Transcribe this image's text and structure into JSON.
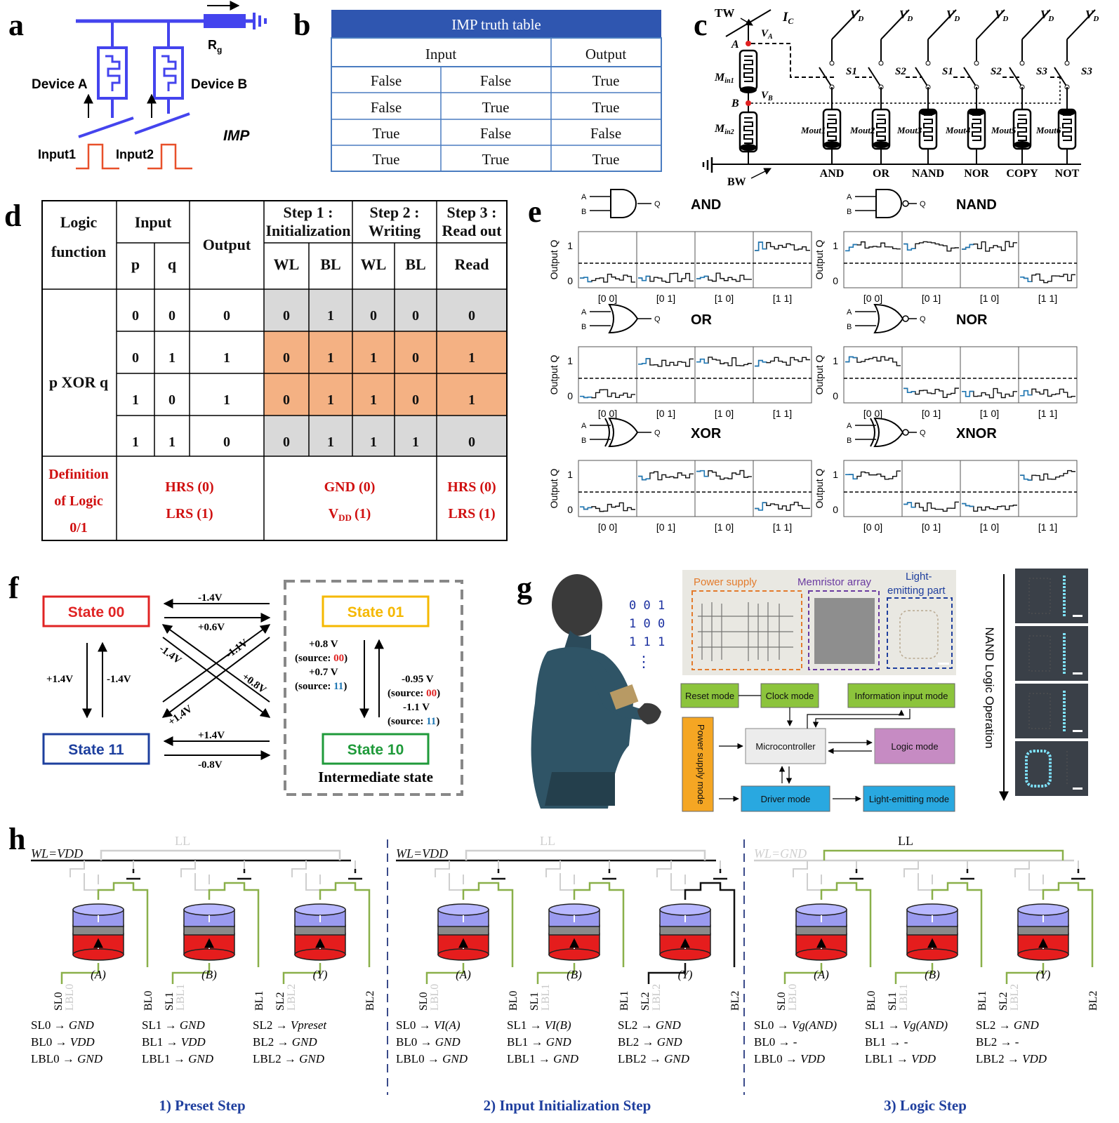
{
  "panel_letters": [
    "a",
    "b",
    "c",
    "d",
    "e",
    "f",
    "g",
    "h"
  ],
  "panel_a": {
    "device_a": "Device A",
    "device_b": "Device B",
    "rg_main": "R",
    "rg_sub": "g",
    "imp": "IMP",
    "input1": "Input1",
    "input2": "Input2"
  },
  "panel_b": {
    "title": "IMP truth table",
    "header_input": "Input",
    "header_output": "Output",
    "rows": [
      [
        "False",
        "False",
        "True"
      ],
      [
        "False",
        "True",
        "True"
      ],
      [
        "True",
        "False",
        "False"
      ],
      [
        "True",
        "True",
        "True"
      ]
    ]
  },
  "panel_c": {
    "tw": "TW",
    "ic": "I",
    "ic_sub": "C",
    "vd": "V",
    "vd_sub": "D",
    "a": "A",
    "b": "B",
    "va": "V",
    "va_sub": "A",
    "vb": "V",
    "vb_sub": "B",
    "min1": "M",
    "min1_sub": "in1",
    "min2": "M",
    "min2_sub": "in2",
    "switches": [
      "S1",
      "S2",
      "S1",
      "S2",
      "S3",
      "S3"
    ],
    "mouts": [
      "Mout1",
      "Mout2",
      "Mout3",
      "Mout4",
      "Mout5",
      "Mout6"
    ],
    "gates": [
      "AND",
      "OR",
      "NAND",
      "NOR",
      "COPY",
      "NOT"
    ],
    "bw": "BW"
  },
  "panel_d": {
    "h_logic": [
      "Logic",
      "function"
    ],
    "h_input": "Input",
    "h_p": "p",
    "h_q": "q",
    "h_output": "Output",
    "h_step1": [
      "Step 1 :",
      "Initialization"
    ],
    "h_step2": [
      "Step 2 :",
      "Writing"
    ],
    "h_step3": [
      "Step 3 :",
      "Read out"
    ],
    "h_wl": "WL",
    "h_bl": "BL",
    "h_read": "Read",
    "func": "p XOR q",
    "rows": [
      [
        "0",
        "0",
        "0",
        "0",
        "1",
        "0",
        "0",
        "0"
      ],
      [
        "0",
        "1",
        "1",
        "0",
        "1",
        "1",
        "0",
        "1"
      ],
      [
        "1",
        "0",
        "1",
        "0",
        "1",
        "1",
        "0",
        "1"
      ],
      [
        "1",
        "1",
        "0",
        "0",
        "1",
        "1",
        "1",
        "0"
      ]
    ],
    "row_colors": [
      "#d9d9d9",
      "#f4b183",
      "#f4b183",
      "#d9d9d9"
    ],
    "def_label": [
      "Definition",
      "of Logic",
      "0/1"
    ],
    "def_input": [
      "HRS (0)",
      "LRS (1)"
    ],
    "def_steps": [
      "GND (0)",
      "V",
      "DD",
      "(1)"
    ],
    "def_read": [
      "HRS (0)",
      "LRS (1)"
    ]
  },
  "panel_e": {
    "ylabel": "Output Q",
    "xticks": [
      "[0 0]",
      "[0 1]",
      "[1 0]",
      "[1 1]"
    ],
    "gate_inputs": [
      "A",
      "B"
    ],
    "gate_output": "Q"
  },
  "chart_data": [
    {
      "type": "line",
      "title": "AND",
      "ylabel": "Output Q",
      "categories": [
        "[0 0]",
        "[0 1]",
        "[1 0]",
        "[1 1]"
      ],
      "values": [
        0,
        0,
        0,
        1
      ],
      "yticks": [
        "0",
        "1"
      ],
      "threshold": 0.5
    },
    {
      "type": "line",
      "title": "NAND",
      "ylabel": "Output Q",
      "categories": [
        "[0 0]",
        "[0 1]",
        "[1 0]",
        "[1 1]"
      ],
      "values": [
        1,
        1,
        1,
        0
      ],
      "yticks": [
        "0",
        "1"
      ],
      "threshold": 0.5
    },
    {
      "type": "line",
      "title": "OR",
      "ylabel": "Output Q",
      "categories": [
        "[0 0]",
        "[0 1]",
        "[1 0]",
        "[1 1]"
      ],
      "values": [
        0,
        1,
        1,
        1
      ],
      "yticks": [
        "0",
        "1"
      ],
      "threshold": 0.5
    },
    {
      "type": "line",
      "title": "NOR",
      "ylabel": "Output Q",
      "categories": [
        "[0 0]",
        "[0 1]",
        "[1 0]",
        "[1 1]"
      ],
      "values": [
        1,
        0,
        0,
        0
      ],
      "yticks": [
        "0",
        "1"
      ],
      "threshold": 0.5
    },
    {
      "type": "line",
      "title": "XOR",
      "ylabel": "Output Q",
      "categories": [
        "[0 0]",
        "[0 1]",
        "[1 0]",
        "[1 1]"
      ],
      "values": [
        0,
        1,
        1,
        0
      ],
      "yticks": [
        "0",
        "1"
      ],
      "threshold": 0.5
    },
    {
      "type": "line",
      "title": "XNOR",
      "ylabel": "Output Q",
      "categories": [
        "[0 0]",
        "[0 1]",
        "[1 0]",
        "[1 1]"
      ],
      "values": [
        1,
        0,
        0,
        1
      ],
      "yticks": [
        "0",
        "1"
      ],
      "threshold": 0.5
    }
  ],
  "panel_f": {
    "s00": "State 00",
    "s01": "State 01",
    "s11": "State 11",
    "s10": "State 10",
    "intermediate": "Intermediate state",
    "v_00_to_01": "+0.6V",
    "v_01_to_00": "-1.4V",
    "v_00_to_11": "+1.4V",
    "v_11_to_00": "-1.4V",
    "v_11_to_10": "-0.8V",
    "v_10_to_11": "+1.4V",
    "v_diag_a": "-1.4V",
    "v_diag_b": "-1.1V",
    "v_diag_c": "+0.8V",
    "v_diag_d": "+1.4V",
    "v01_10": [
      "+0.8 V",
      "(source: ",
      "00",
      ")",
      "+0.7 V",
      "(source: ",
      "11",
      ")"
    ],
    "v10_01": [
      "-0.95 V",
      "(source: ",
      "00",
      ")",
      "-1.1 V",
      "(source: ",
      "11",
      ")"
    ]
  },
  "panel_g": {
    "bits": [
      "0 0 1",
      "1 0 0",
      "1 1 1"
    ],
    "dots": "⋮",
    "power_supply": "Power supply",
    "memristor": "Memristor array",
    "light1": "Light-",
    "light2": "emitting part",
    "reset": "Reset mode",
    "clock": "Clock mode",
    "info": "Information input  mode",
    "power_mode": "Power supply mode",
    "micro": "Microcontroller",
    "logic": "Logic mode",
    "driver": "Driver mode",
    "lightmode": "Light-emitting mode",
    "nand": "NAND Logic Operation"
  },
  "panel_h": {
    "wl_vdd": "WL=VDD",
    "wl_gnd": "WL=GND",
    "ll": "LL",
    "cells": [
      "(A)",
      "(B)",
      "(Y)"
    ],
    "step1": {
      "title": "1) Preset Step",
      "lines": [
        [
          "SL0 → ",
          "GND",
          "BL0 → ",
          "VDD",
          "LBL0 → ",
          "GND"
        ],
        [
          "SL1 → ",
          "GND",
          "BL1 → ",
          "VDD",
          "LBL1 → ",
          "GND"
        ],
        [
          "SL2 → ",
          "Vpreset",
          "BL2 → ",
          "GND",
          "LBL2 → ",
          "GND"
        ]
      ]
    },
    "step2": {
      "title": "2) Input Initialization Step",
      "lines": [
        [
          "SL0 → ",
          "VI(A)",
          "BL0 → ",
          "GND",
          "LBL0 → ",
          "GND"
        ],
        [
          "SL1 → ",
          "VI(B)",
          "BL1 → ",
          "GND",
          "LBL1 → ",
          "GND"
        ],
        [
          "SL2 → ",
          "GND",
          "BL2 → ",
          "GND",
          "LBL2 → ",
          "GND"
        ]
      ]
    },
    "step3": {
      "title": "3) Logic Step",
      "lines": [
        [
          "SL0 → ",
          "Vg(AND)",
          "BL0 → ",
          "-",
          "LBL0 → ",
          "VDD"
        ],
        [
          "SL1 → ",
          "Vg(AND)",
          "BL1 → ",
          "-",
          "LBL1 → ",
          "VDD"
        ],
        [
          "SL2 → ",
          "GND",
          "BL2 → ",
          "-",
          "LBL2 → ",
          "VDD"
        ]
      ]
    },
    "side_labels": [
      [
        "SL0",
        "LBL0",
        "BL0",
        "SL1",
        "LBL1",
        "BL1",
        "SL2",
        "LBL2",
        "BL2"
      ]
    ]
  },
  "colors": {
    "blue_line": "#4444ee",
    "red_pulse": "#e8502a",
    "table_header": "#2f56b0",
    "table_border": "#4a7cc0",
    "gray_row": "#d9d9d9",
    "orange_row": "#f4b183",
    "red_text": "#d01010",
    "trace_blue": "#1f77b4",
    "green_wire": "#8ab04a",
    "cell_purple": "#9a9af0",
    "cell_red": "#e51d1d",
    "state00": "#e02424",
    "state01": "#f5b800",
    "state11": "#1d3f9e",
    "state10": "#1f9a3a",
    "green_box": "#8cc43c",
    "orange_box": "#f5a623",
    "purple_box": "#c68bc3",
    "cyan_box": "#29a8e0"
  }
}
